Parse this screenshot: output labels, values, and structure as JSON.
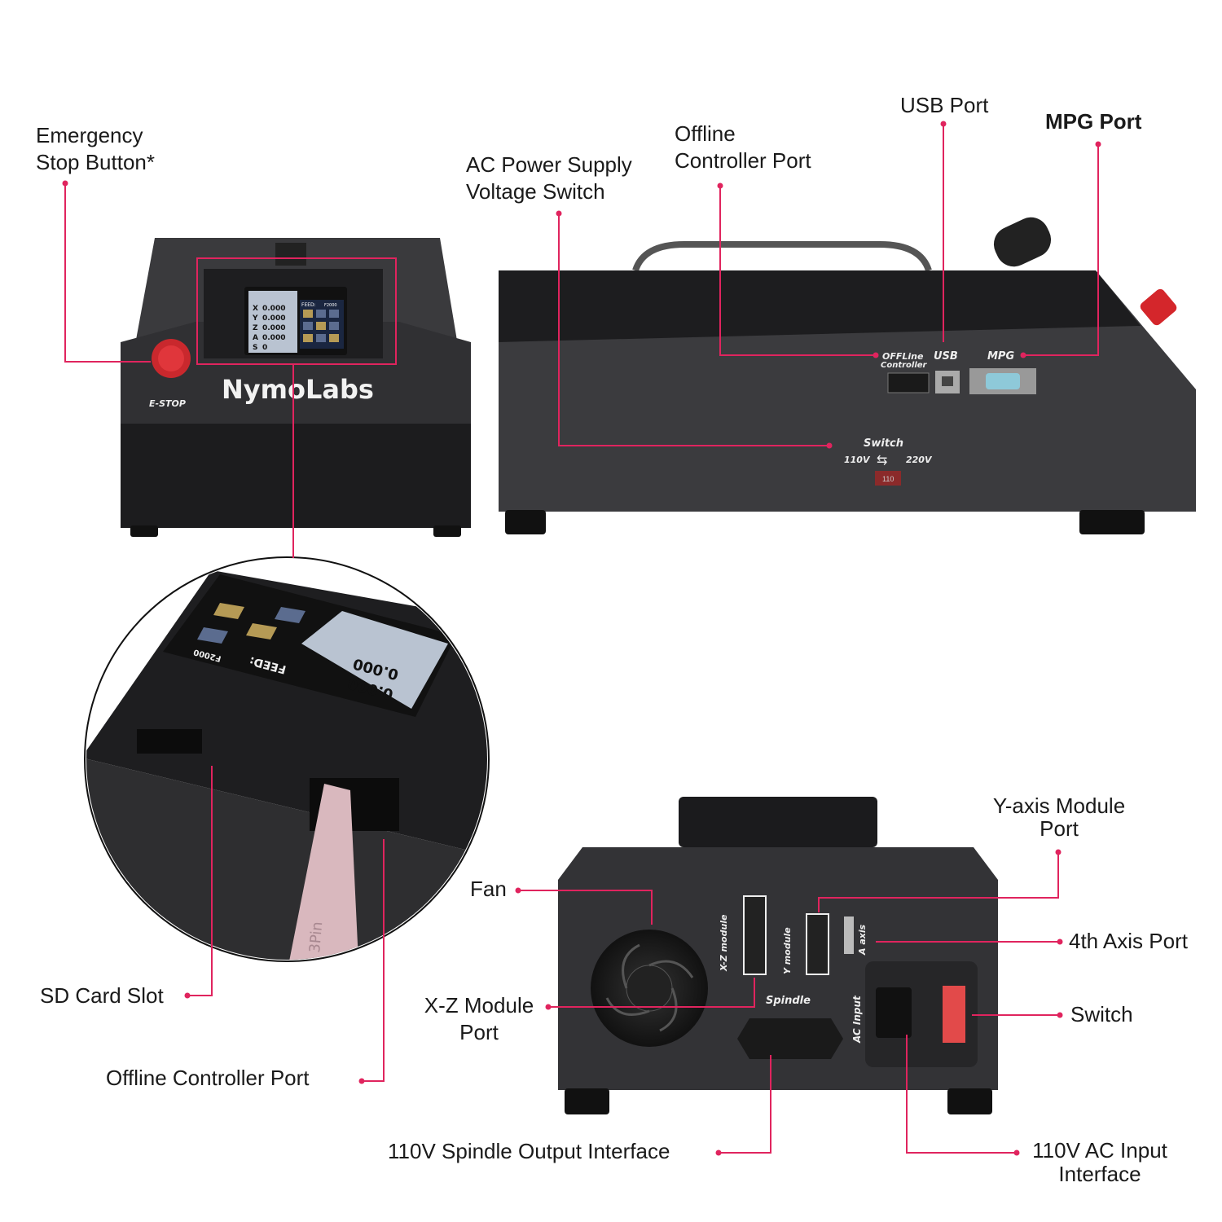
{
  "callouts": {
    "estop": [
      "Emergency",
      "Stop Button*"
    ],
    "ac_voltage": [
      "AC Power Supply",
      "Voltage Switch"
    ],
    "offline_top": [
      "Offline",
      "Controller Port"
    ],
    "usb": "USB Port",
    "mpg": "MPG Port",
    "sd_card": "SD Card Slot",
    "offline_bottom": "Offline  Controller Port",
    "fan": "Fan",
    "xz_module": [
      "X-Z Module",
      "Port"
    ],
    "y_module": [
      "Y-axis Module",
      "Port"
    ],
    "fourth_axis": "4th Axis Port",
    "switch": "Switch",
    "spindle_output": "110V Spindle Output Interface",
    "ac_input": [
      "110V AC Input",
      "Interface"
    ]
  },
  "device_labels": {
    "brand": "NymoLabs",
    "estop": "E-STOP",
    "offline": [
      "OFFLine",
      "Controller"
    ],
    "usb": "USB",
    "mpg": "MPG",
    "switch": "Switch",
    "v110": "110V",
    "v220": "220V",
    "switch_mark": "110",
    "xz": "X-Z module",
    "y": "Y module",
    "a": "A axis",
    "spindle": "Spindle",
    "ac_input": "AC Input",
    "screen_axes": [
      "X",
      "Y",
      "Z",
      "A",
      "S"
    ],
    "screen_values": [
      "0.000",
      "0.000",
      "0.000",
      "0.000",
      "0"
    ],
    "screen_feed": "FEED:",
    "screen_feed_value": "F2000",
    "cable_print": "3Pin"
  },
  "colors": {
    "callout": "#e0245e",
    "device": "#2b2b2d",
    "screen": "#b9c3d1"
  }
}
